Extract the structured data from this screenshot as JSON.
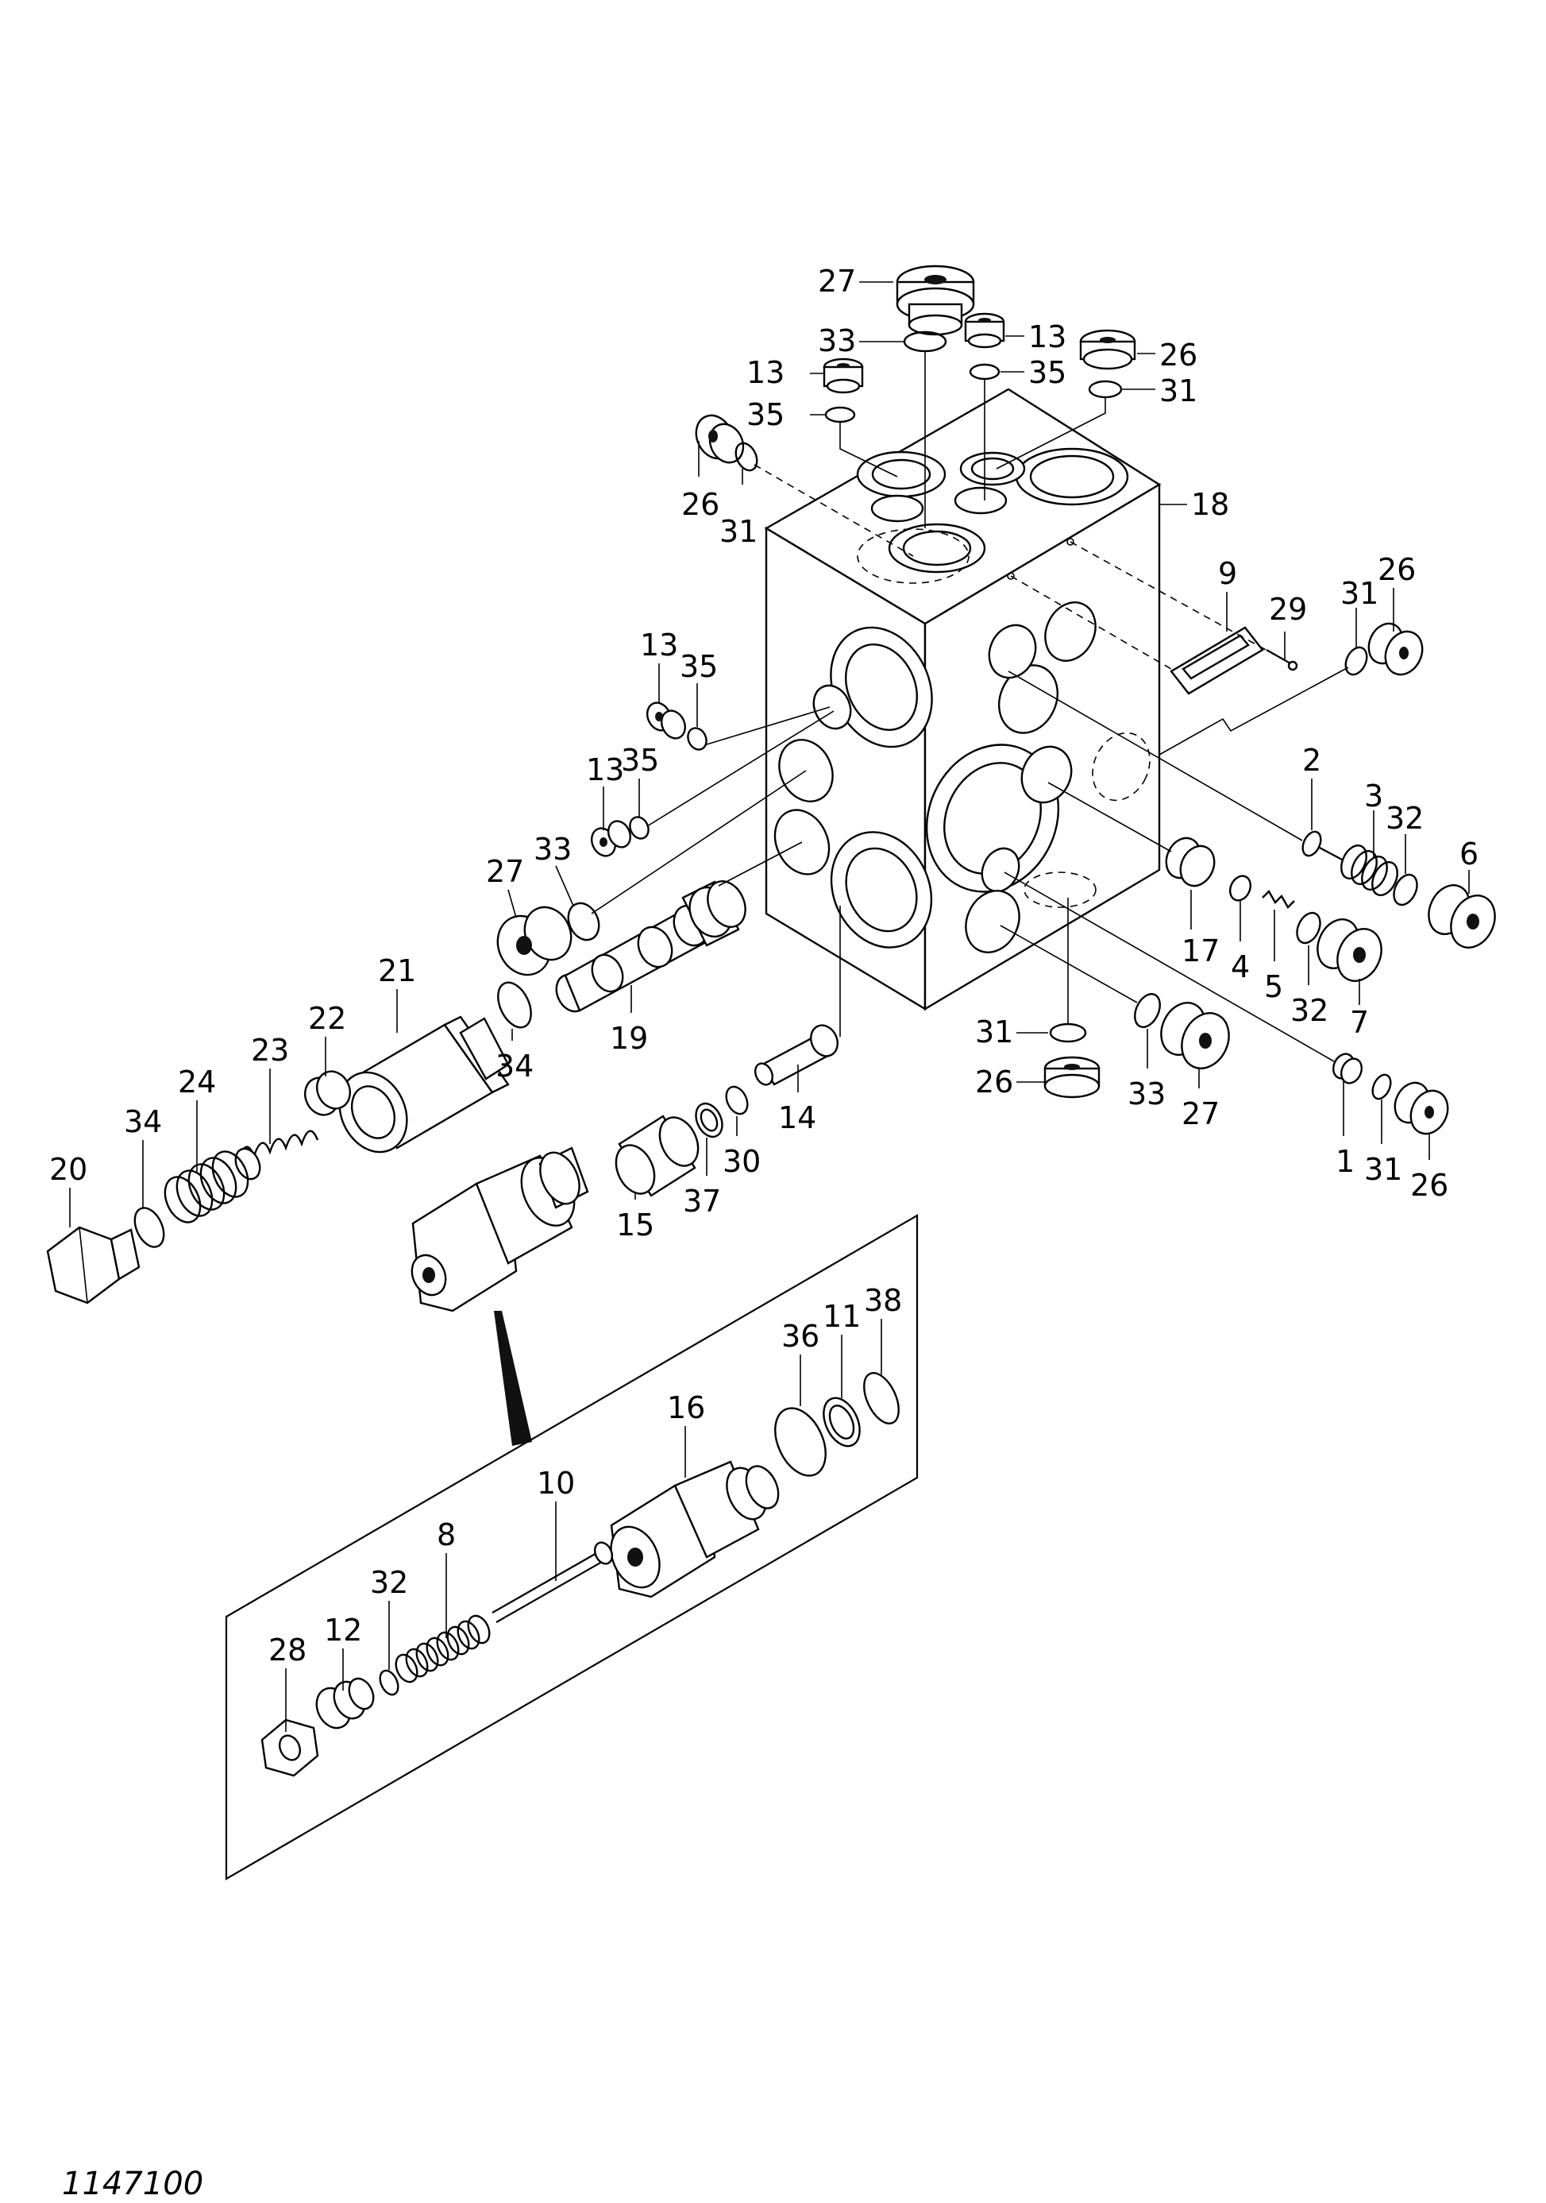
{
  "drawing_number": "1147100",
  "callouts": {
    "c1": "1",
    "c2": "2",
    "c3": "3",
    "c4": "4",
    "c5": "5",
    "c6": "6",
    "c7": "7",
    "c8": "8",
    "c9": "9",
    "c10": "10",
    "c11": "11",
    "c12": "12",
    "c13a": "13",
    "c13b": "13",
    "c13c": "13",
    "c13d": "13",
    "c14": "14",
    "c15": "15",
    "c16": "16",
    "c17": "17",
    "c18": "18",
    "c19": "19",
    "c20": "20",
    "c21": "21",
    "c22": "22",
    "c23": "23",
    "c24": "24",
    "c26a": "26",
    "c26b": "26",
    "c26c": "26",
    "c26d": "26",
    "c26e": "26",
    "c27a": "27",
    "c27b": "27",
    "c27c": "27",
    "c28": "28",
    "c29": "29",
    "c30": "30",
    "c31a": "31",
    "c31b": "31",
    "c31c": "31",
    "c31d": "31",
    "c31e": "31",
    "c32a": "32",
    "c32b": "32",
    "c32c": "32",
    "c33a": "33",
    "c33b": "33",
    "c33c": "33",
    "c34a": "34",
    "c34b": "34",
    "c35a": "35",
    "c35b": "35",
    "c35c": "35",
    "c35d": "35",
    "c36": "36",
    "c37": "37",
    "c38": "38"
  }
}
